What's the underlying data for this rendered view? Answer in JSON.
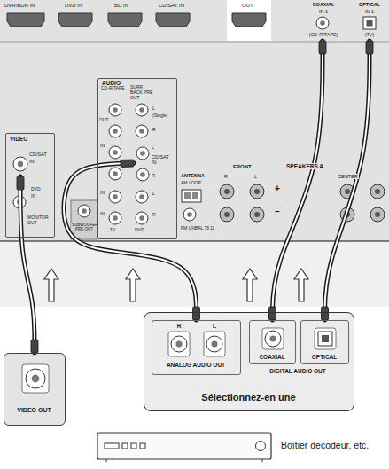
{
  "diagram": {
    "nodes": [
      {
        "text": [
          "VIDEO"
        ]
      },
      {
        "text": [
          "CD/SAT",
          "IN"
        ],
        "in": 0
      },
      {
        "text": [
          "AUDIO"
        ]
      },
      {
        "text": [
          "L",
          "CD/SAT IN",
          "R"
        ],
        "in": 2
      },
      {
        "text": [
          "COAXIAL",
          "IN 1",
          "(CD-R/TAPE)"
        ]
      },
      {
        "text": [
          "OPTICAL",
          "IN 1",
          "(TV)"
        ]
      },
      {
        "text": [
          "Sélectionnez-en une"
        ]
      },
      {
        "text": [
          "R",
          "L",
          "ANALOG AUDIO OUT"
        ],
        "in": 6
      },
      {
        "text": [
          "COAXIAL"
        ],
        "in": 6
      },
      {
        "text": [
          "OPTICAL"
        ],
        "in": 6
      },
      {
        "text": [
          "VIDEO OUT"
        ]
      }
    ],
    "edges": [
      {
        "from": 10,
        "to": 1,
        "arrow": "none"
      },
      {
        "from": 7,
        "to": 3,
        "arrow": "none"
      },
      {
        "from": 8,
        "to": 4,
        "arrow": "none"
      },
      {
        "from": 9,
        "to": 5,
        "arrow": "none"
      }
    ],
    "labels": [
      "DVR/BDR IN",
      "DVD IN",
      "BD IN",
      "CD/SAT IN",
      "OUT",
      "CD-R/TAPE",
      "SURR BACK PRE OUT",
      "OUT",
      "L",
      "(Single)",
      "R",
      "IN",
      "IN",
      "L",
      "IN",
      "R",
      "TV",
      "DVD",
      "DVD",
      "IN",
      "MONITOR OUT",
      "SUBWOOFER PRE OUT",
      "ANTENNA",
      "AM LOOP",
      "FM UNBAL 75 Ω",
      "FRONT",
      "R",
      "L",
      "SPEAKERS A",
      "+",
      "−",
      "CENTER",
      "DIGITAL AUDIO OUT",
      "Boîtier décodeur, etc."
    ]
  }
}
